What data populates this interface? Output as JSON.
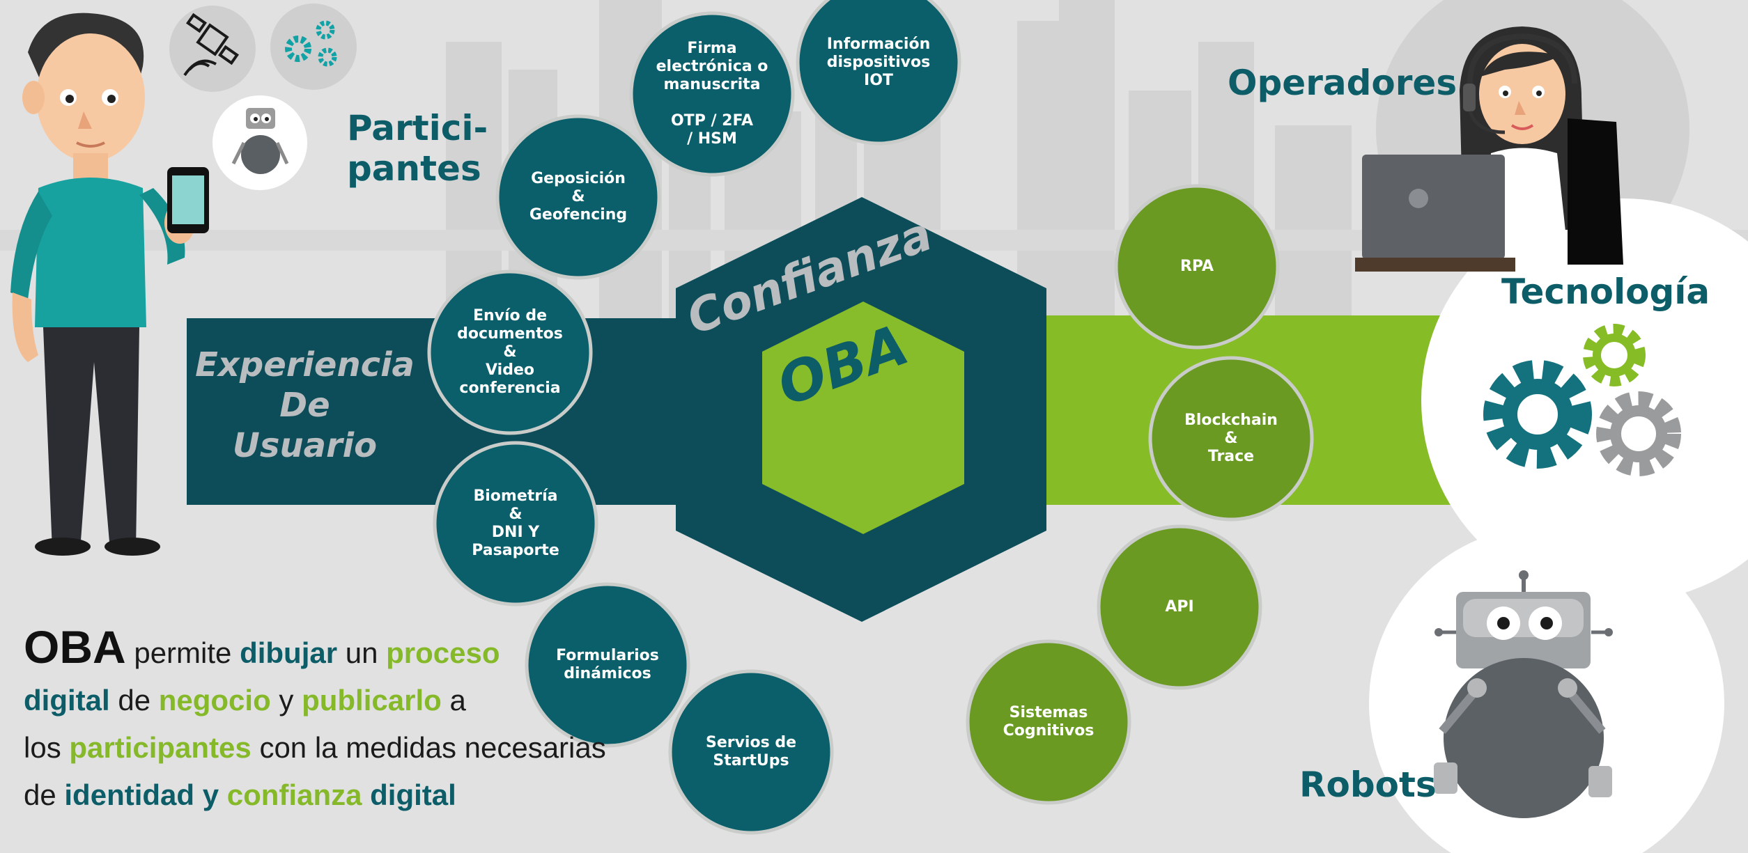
{
  "colors": {
    "background": "#e1e1e1",
    "teal_dark": "#0c4d59",
    "teal_circle": "#0a5f6b",
    "green_band": "#86bc25",
    "green_circle": "#6b9a22",
    "green_hex": "#87bd2a",
    "label_grey": "#b9bdbf"
  },
  "center": {
    "confianza": "Confianza",
    "oba": "OBA"
  },
  "left_band_label": "Experiencia\nDe\nUsuario",
  "headings": {
    "participantes": "Partici-\npantes",
    "operadores": "Operadores",
    "tecnologia": "Tecnología",
    "robots": "Robots"
  },
  "teal_circles": [
    "Firma\nelectrónica o\nmanuscrita\n\nOTP / 2FA\n/ HSM",
    "Información\ndispositivos\nIOT",
    "Geposición\n&\nGeofencing",
    "Envío de\ndocumentos\n&\nVideo\nconferencia",
    "Biometría\n&\nDNI Y\nPasaporte",
    "Formularios\ndinámicos",
    "Servios de\nStartUps"
  ],
  "green_circles": [
    "RPA",
    "Blockchain\n&\nTrace",
    "API",
    "Sistemas\nCognitivos"
  ],
  "tagline": [
    {
      "text": "OBA",
      "style": "c-black"
    },
    {
      "text": " permite ",
      "style": ""
    },
    {
      "text": "dibujar",
      "style": "c-dark"
    },
    {
      "text": " un ",
      "style": ""
    },
    {
      "text": "proceso",
      "style": "c-green"
    },
    {
      "text": "\n",
      "style": "br"
    },
    {
      "text": "digital",
      "style": "c-dark"
    },
    {
      "text": " de ",
      "style": ""
    },
    {
      "text": "negocio",
      "style": "c-green"
    },
    {
      "text": " y ",
      "style": ""
    },
    {
      "text": "publicarlo",
      "style": "c-green"
    },
    {
      "text": " a",
      "style": ""
    },
    {
      "text": "\n",
      "style": "br"
    },
    {
      "text": "los ",
      "style": ""
    },
    {
      "text": "participantes",
      "style": "c-green"
    },
    {
      "text": " con la medidas necesarias",
      "style": ""
    },
    {
      "text": "\n",
      "style": "br"
    },
    {
      "text": "de ",
      "style": ""
    },
    {
      "text": "identidad y",
      "style": "c-dark"
    },
    {
      "text": " ",
      "style": ""
    },
    {
      "text": "confianza",
      "style": "c-green"
    },
    {
      "text": " ",
      "style": ""
    },
    {
      "text": "digital",
      "style": "c-dark"
    }
  ],
  "icons": [
    "satellite-icon",
    "gears-icon",
    "robot-icon",
    "person-with-phone",
    "operator-with-headset",
    "gears-technology-icon",
    "robot-large"
  ]
}
